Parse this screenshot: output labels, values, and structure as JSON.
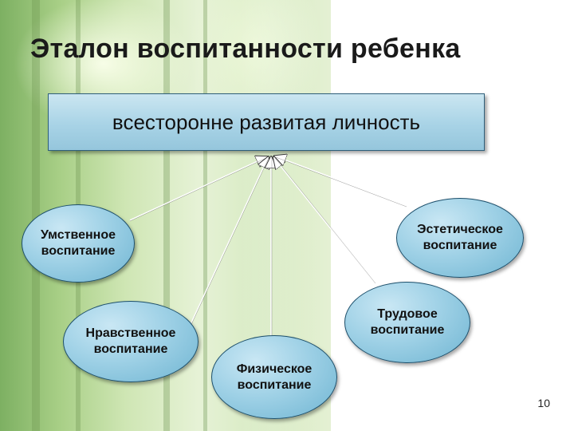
{
  "title": "Эталон воспитанности ребенка",
  "root": {
    "label": "всесторонне развитая личность"
  },
  "nodes": {
    "mental": {
      "line1": "Умственное",
      "line2": "воспитание"
    },
    "aesthetic": {
      "line1": "Эстетическое",
      "line2": "воспитание"
    },
    "moral": {
      "line1": "Нравственное",
      "line2": "воспитание"
    },
    "labor": {
      "line1": "Трудовое",
      "line2": "воспитание"
    },
    "physical": {
      "line1": "Физическое",
      "line2": "воспитание"
    }
  },
  "page_number": "10",
  "colors": {
    "node_fill": "#9fd1e6",
    "node_border": "#1d4f6b",
    "root_fill": "#a8d3e6",
    "line": "#ffffff"
  }
}
